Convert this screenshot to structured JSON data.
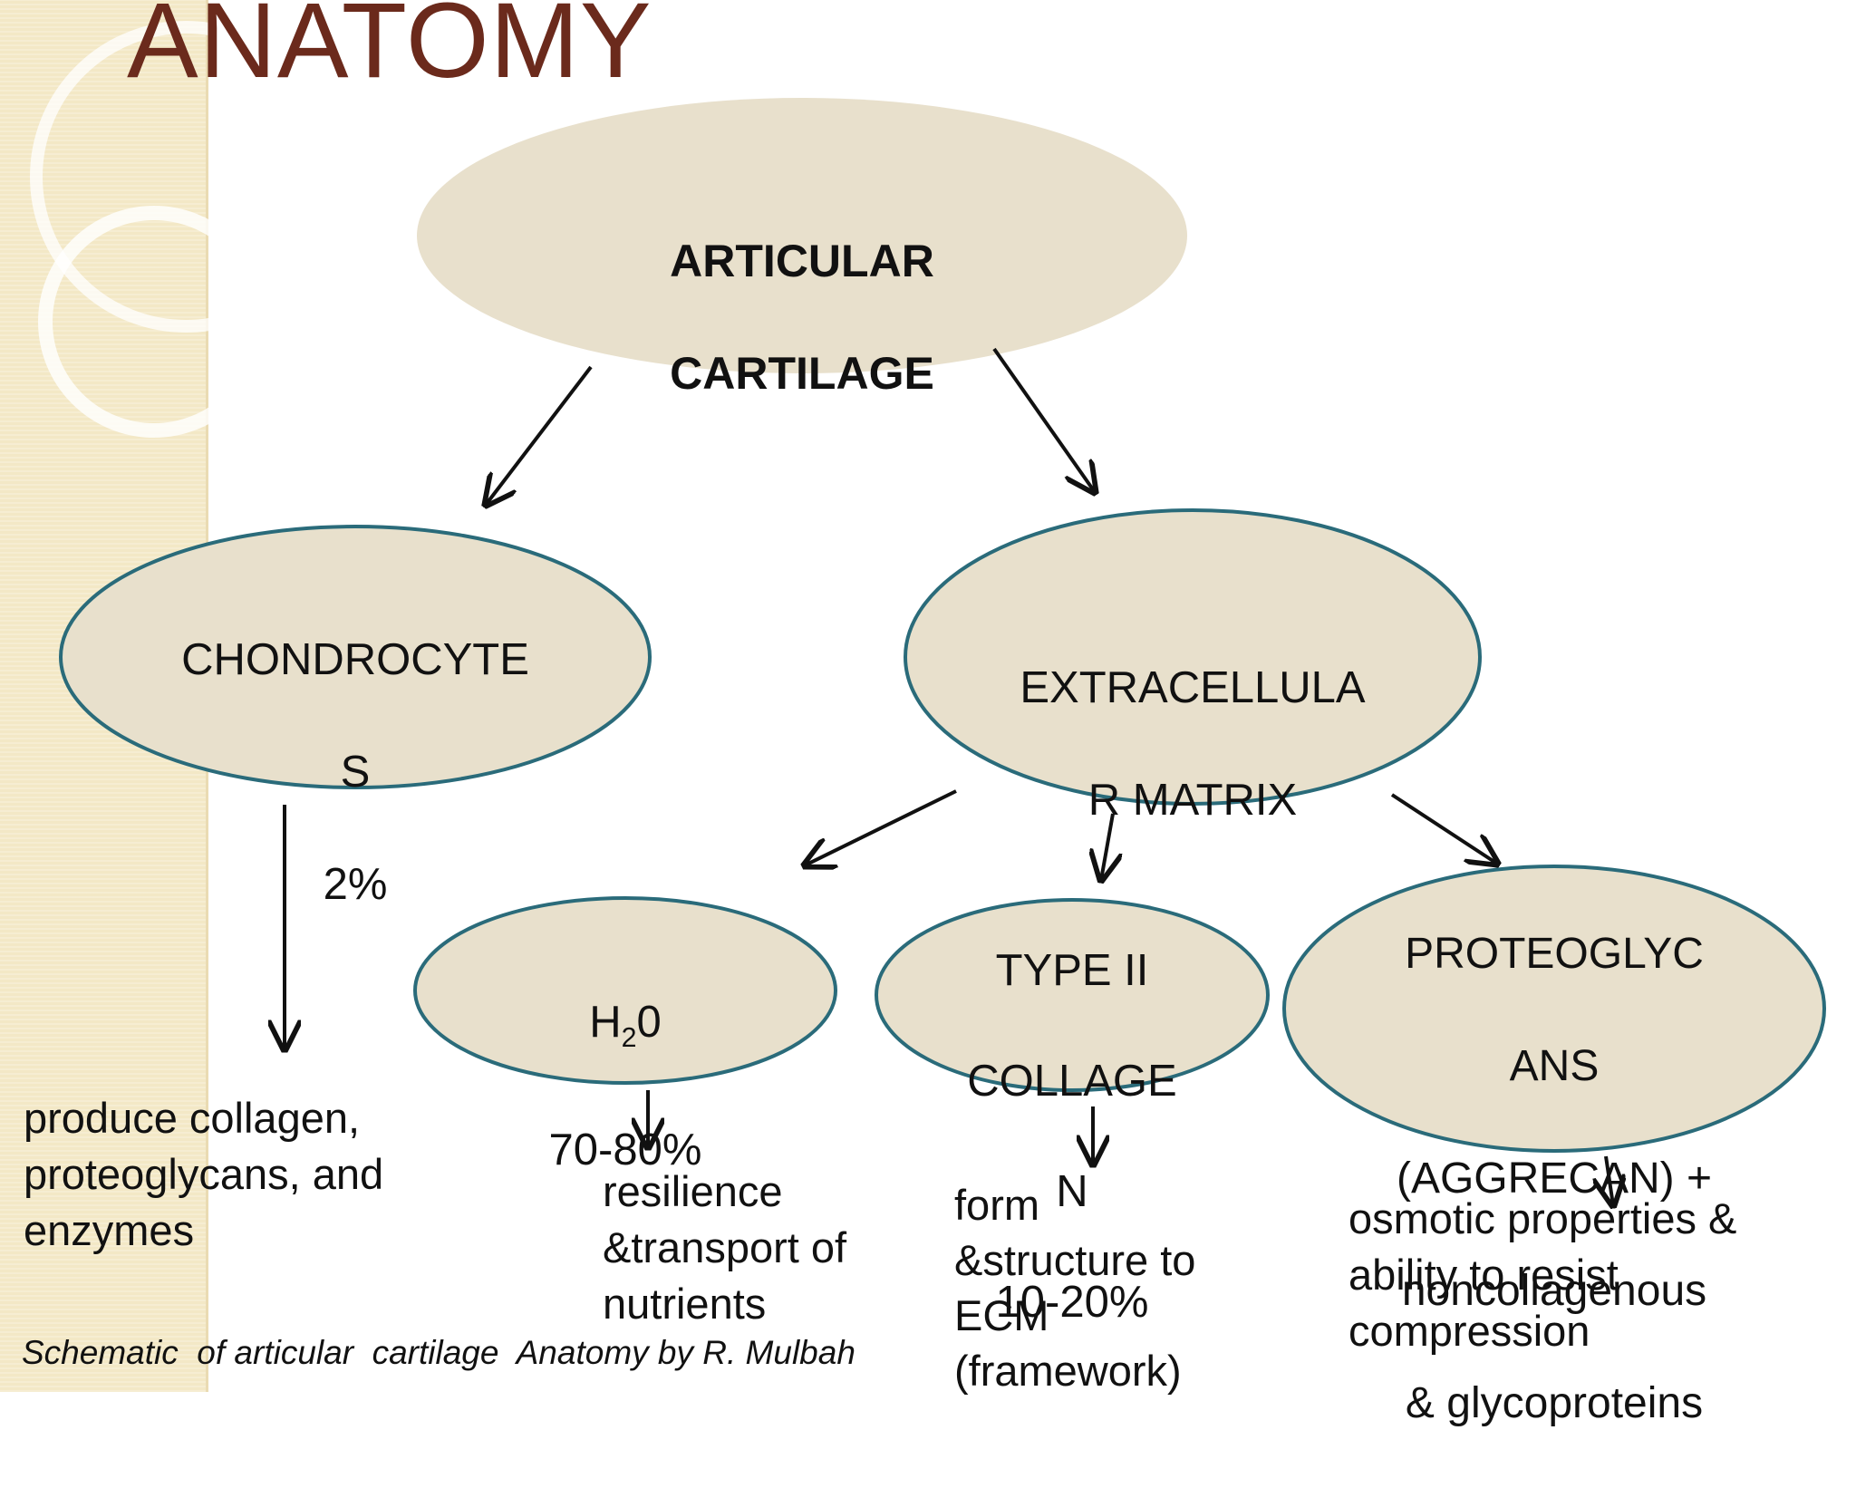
{
  "title": "ANATOMY",
  "nodes": {
    "root": {
      "lines": [
        "ARTICULAR",
        "CARTILAGE"
      ]
    },
    "chondrocytes": {
      "lines": [
        "CHONDROCYTE",
        "S",
        "2%"
      ]
    },
    "ecm": {
      "lines": [
        "EXTRACELLULA",
        "R MATRIX"
      ]
    },
    "water": {
      "formula_main": "H",
      "formula_sub": "2",
      "formula_end": "0",
      "value": "70-80%"
    },
    "collagen": {
      "lines": [
        "TYPE II",
        "COLLAGE",
        "N",
        "10-20%"
      ]
    },
    "proteoglycans": {
      "lines": [
        "PROTEOGLYC",
        "ANS",
        "(AGGRECAN) +",
        "noncollagenous",
        "& glycoproteins"
      ]
    }
  },
  "descriptions": {
    "chondrocytes": "produce collagen,\nproteoglycans, and\nenzymes",
    "water": " resilience\n&transport of\nnutrients",
    "collagen": " form\n&structure to\nECM\n(framework)",
    "proteoglycans": "osmotic properties &\nability to resist\ncompression"
  },
  "caption": "Schematic  of articular  cartilage  Anatomy by R. Mulbah",
  "colors": {
    "ellipse_fill": "#e8e0cc",
    "ellipse_stroke": "#2a6b7a",
    "title": "#6b2a1c",
    "side_band": "#f3e8c6"
  }
}
